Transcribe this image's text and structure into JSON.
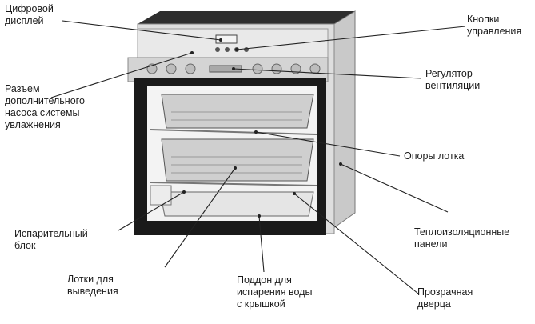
{
  "labels": {
    "digital_display": [
      "Цифровой",
      "дисплей"
    ],
    "control_buttons": [
      "Кнопки",
      "управления"
    ],
    "pump_connector": [
      "Разъем",
      "дополнительного",
      "насоса системы",
      "увлажнения"
    ],
    "vent_regulator": [
      "Регулятор",
      "вентиляции"
    ],
    "tray_supports": [
      "Опоры лотка"
    ],
    "insulation_panels": [
      "Теплоизоляционные",
      "панели"
    ],
    "evaporator_block": [
      "Испарительный",
      "блок"
    ],
    "hatching_trays": [
      "Лотки для",
      "выведения"
    ],
    "water_pan": [
      "Поддон для",
      "испарения воды",
      "с крышкой"
    ],
    "transparent_door": [
      "Прозрачная",
      "дверца"
    ]
  },
  "colors": {
    "line": "#222222",
    "body_light": "#dcdcdc",
    "body_side": "#c4c4c4",
    "top": "#2e2e2e",
    "frame": "#1a1a1a",
    "interior": "#f2f2f2",
    "tray": "#c8c8c8"
  }
}
